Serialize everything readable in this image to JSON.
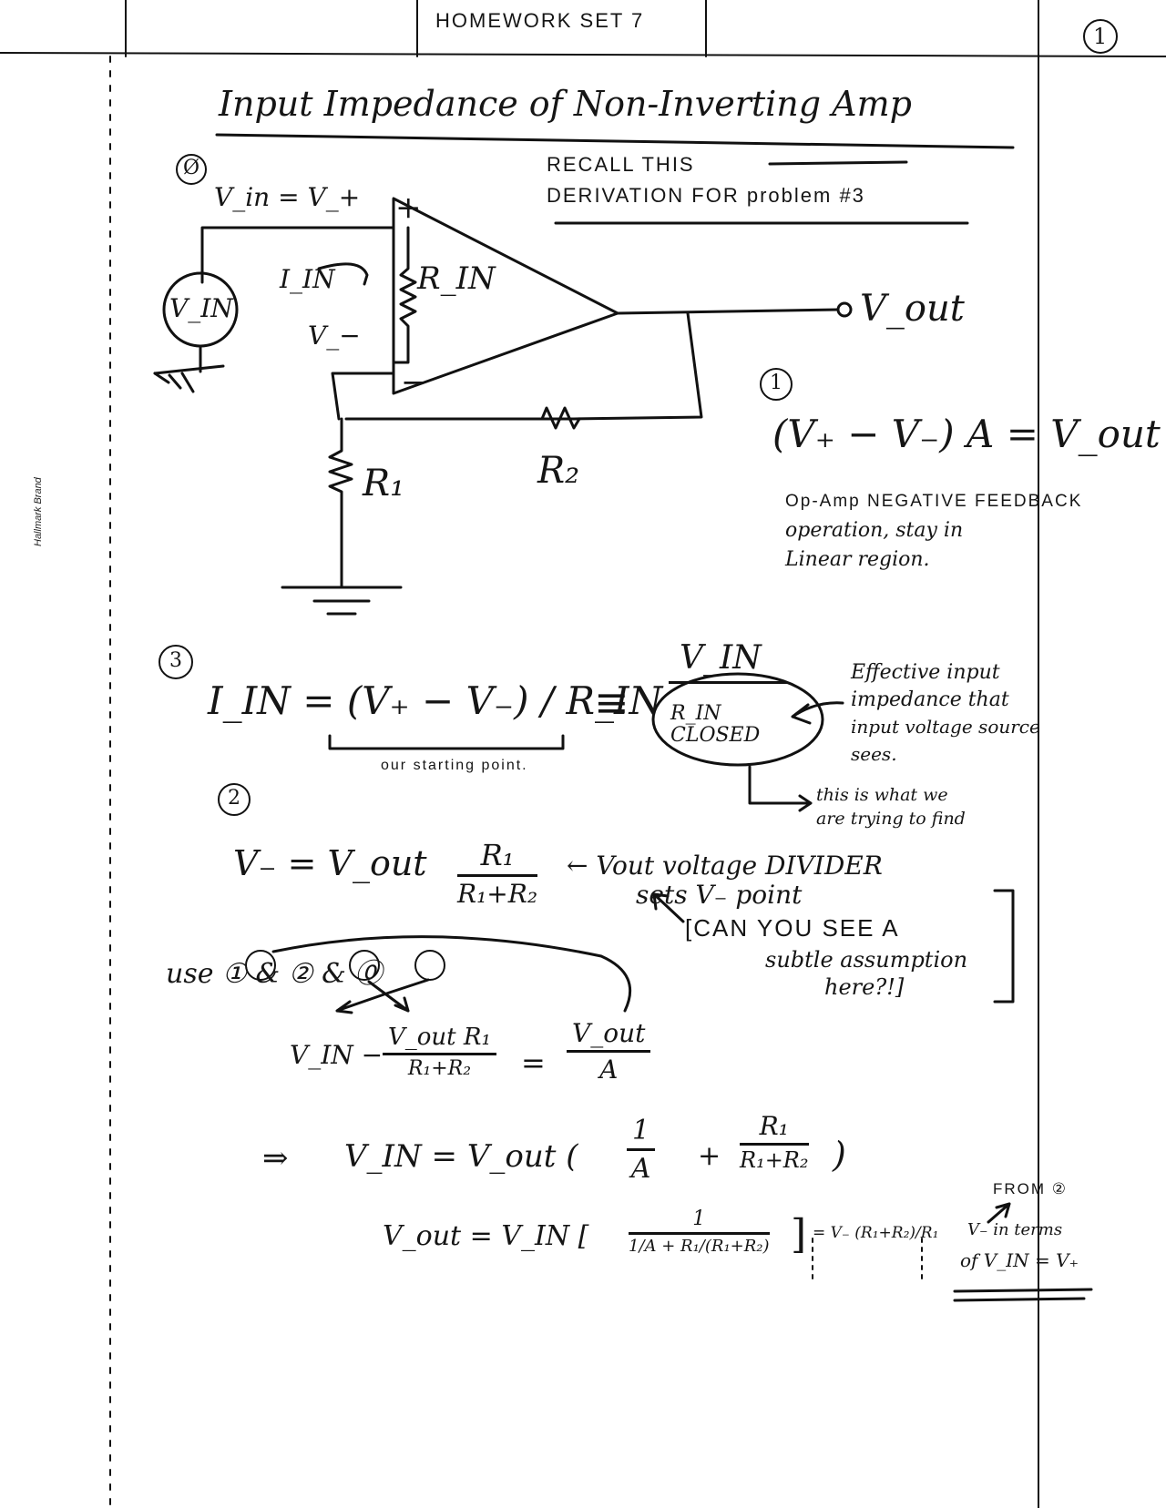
{
  "header": {
    "title": "HOMEWORK SET 7",
    "page_number": "1"
  },
  "binding_imprint": "Hallmark Brand",
  "heading": "Input Impedance of Non-Inverting Amp",
  "recall_note": {
    "line1": "RECALL THIS",
    "line2": "DERIVATION FOR problem #3"
  },
  "circuit": {
    "step_marker": "Ø",
    "v_in_eq": "V_in = V_+",
    "plus": "+",
    "minus": "−",
    "i_in": "I_IN",
    "r_in": "R_IN",
    "source": "V_IN",
    "v_minus": "V_−",
    "v_out": "V_out",
    "r1": "R₁",
    "r2": "R₂"
  },
  "eq1": {
    "marker": "1",
    "text": "(V₊ − V₋) A = V_out",
    "note_line1": "Op-Amp NEGATIVE FEEDBACK",
    "note_line2": "operation, stay in",
    "note_line3": "Linear region."
  },
  "eq3": {
    "marker": "3",
    "lhs": "I_IN = (V₊ − V₋) / R_IN",
    "equiv": "≡",
    "frac_num": "V_IN",
    "frac_den": "R_IN CLOSED",
    "under": "our starting point.",
    "note_line1": "Effective input",
    "note_line2": "impedance that",
    "note_line3": "input voltage source",
    "note_line4": "sees.",
    "arrow_note_line1": "this is what we",
    "arrow_note_line2": "are trying to find"
  },
  "eq2": {
    "marker": "2",
    "lhs": "V₋ =  V_out",
    "frac_num": "R₁",
    "frac_den": "R₁+R₂",
    "note_line1": "← Vout voltage DIVIDER",
    "note_line2": "sets V₋ point",
    "bracket_line1": "[CAN YOU SEE A",
    "bracket_line2": "subtle assumption",
    "bracket_line3": "here?!]"
  },
  "use_line": {
    "text": "use ① & ② & ⓪"
  },
  "sub_eq": {
    "term1": "V_IN −",
    "f1_num": "V_out R₁",
    "f1_den": "R₁+R₂",
    "eq": "=",
    "f2_num": "V_out",
    "f2_den": "A"
  },
  "result1": {
    "arrow": "⇒",
    "lhs": "V_IN  =  V_out (",
    "f1_num": "1",
    "f1_den": "A",
    "plus": "+",
    "f2_num": "R₁",
    "f2_den": "R₁+R₂",
    "close": ")"
  },
  "result2": {
    "lhs": "V_out  =  V_IN [",
    "inner_num": "1",
    "inner_den": "1/A + R₁/(R₁+R₂)",
    "close": "]",
    "tail": "= V₋ (R₁+R₂)/R₁",
    "from_note1": "FROM ②",
    "from_note2": "V₋ in terms",
    "from_note3": "of V_IN = V₊"
  }
}
